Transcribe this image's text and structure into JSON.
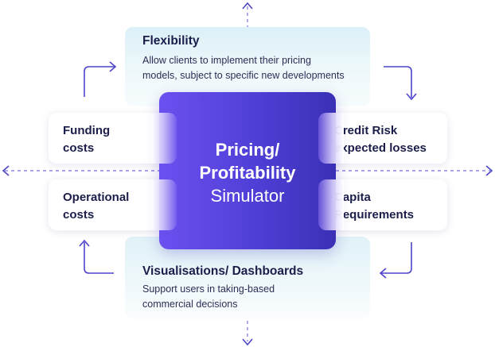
{
  "top_panel": {
    "title": "Flexibility",
    "desc_line1": "Allow clients to implement their pricing",
    "desc_line2": "models, subject to specific new developments"
  },
  "bottom_panel": {
    "title": "Visualisations/ Dashboards",
    "desc_line1": "Support users in taking-based",
    "desc_line2": "commercial decisions"
  },
  "center": {
    "line1": "Pricing/",
    "line2": "Profitability",
    "line3": "Simulator"
  },
  "cards": {
    "funding": {
      "line1": "Funding",
      "line2": "costs"
    },
    "operational": {
      "line1": "Operational",
      "line2": "costs"
    },
    "credit": {
      "line1": "Credit Risk",
      "line2": "expected losses"
    },
    "capita": {
      "line1": "Capita",
      "line2": "Requirements"
    }
  },
  "colors": {
    "accent": "#4f3fd6",
    "arrow": "#4d45c9",
    "panel": "#e4f3f8",
    "text": "#1b1d4a"
  }
}
